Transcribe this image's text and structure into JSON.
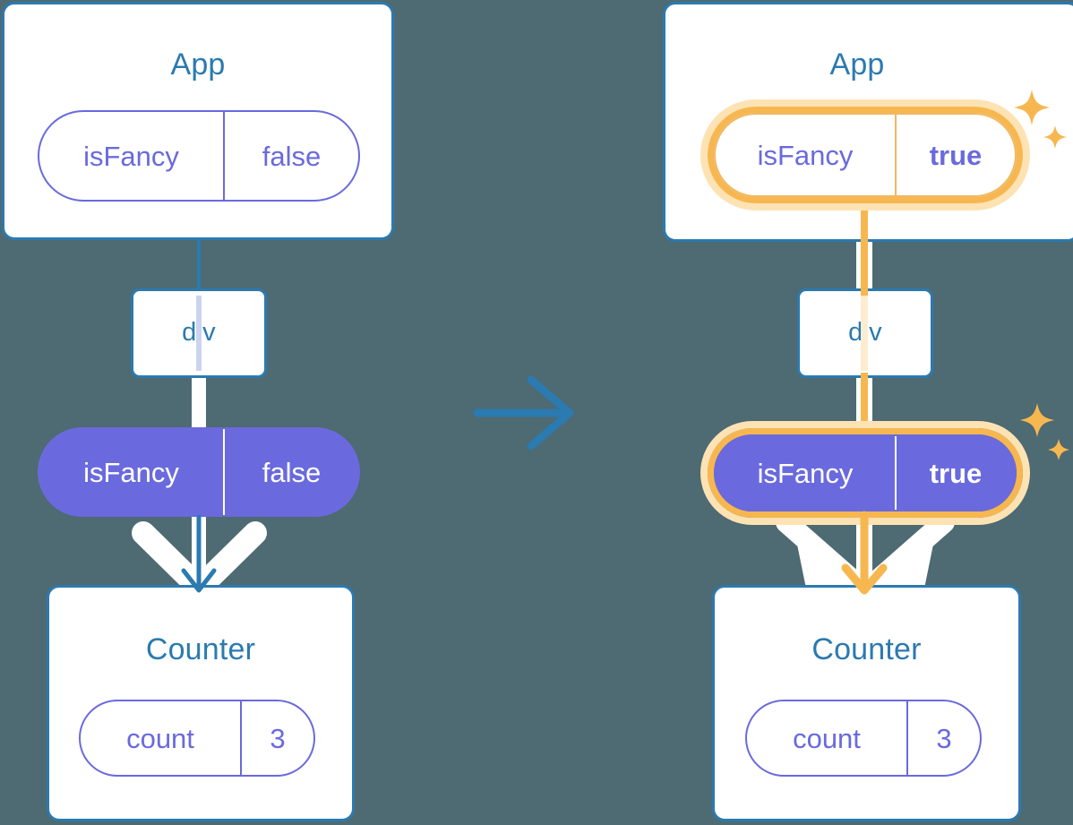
{
  "diagram": {
    "title": "react-state-update-propagation",
    "background_color": "#4e6a72",
    "transition_arrow_icon": "arrow-right-icon",
    "colors": {
      "box_border": "#2b7ab0",
      "box_title_text": "#2b7ab0",
      "pill_purple": "#6a6ade",
      "pill_filled_text": "#ffffff",
      "highlight_orange": "#f7b750",
      "highlight_halo": "#fde3b4",
      "connector_white": "#ffffff",
      "connector_blue": "#2b7ab0",
      "connector_orange": "#f7b750"
    }
  },
  "before": {
    "label": "before-state",
    "app": {
      "title": "App",
      "state": {
        "key": "isFancy",
        "value": "false",
        "highlighted": false,
        "bold_value": false
      }
    },
    "div": {
      "title": "div"
    },
    "prop": {
      "key": "isFancy",
      "value": "false",
      "highlighted": false,
      "bold_value": false
    },
    "counter": {
      "title": "Counter",
      "state": {
        "key": "count",
        "value": "3",
        "highlighted": false,
        "bold_value": false
      }
    }
  },
  "after": {
    "label": "after-state",
    "app": {
      "title": "App",
      "state": {
        "key": "isFancy",
        "value": "true",
        "highlighted": true,
        "bold_value": true
      }
    },
    "div": {
      "title": "div"
    },
    "prop": {
      "key": "isFancy",
      "value": "true",
      "highlighted": true,
      "bold_value": true
    },
    "counter": {
      "title": "Counter",
      "state": {
        "key": "count",
        "value": "3",
        "highlighted": false,
        "bold_value": false
      }
    },
    "sparkle_groups": [
      {
        "name": "sparkles-app-state"
      },
      {
        "name": "sparkles-prop-state"
      }
    ]
  }
}
